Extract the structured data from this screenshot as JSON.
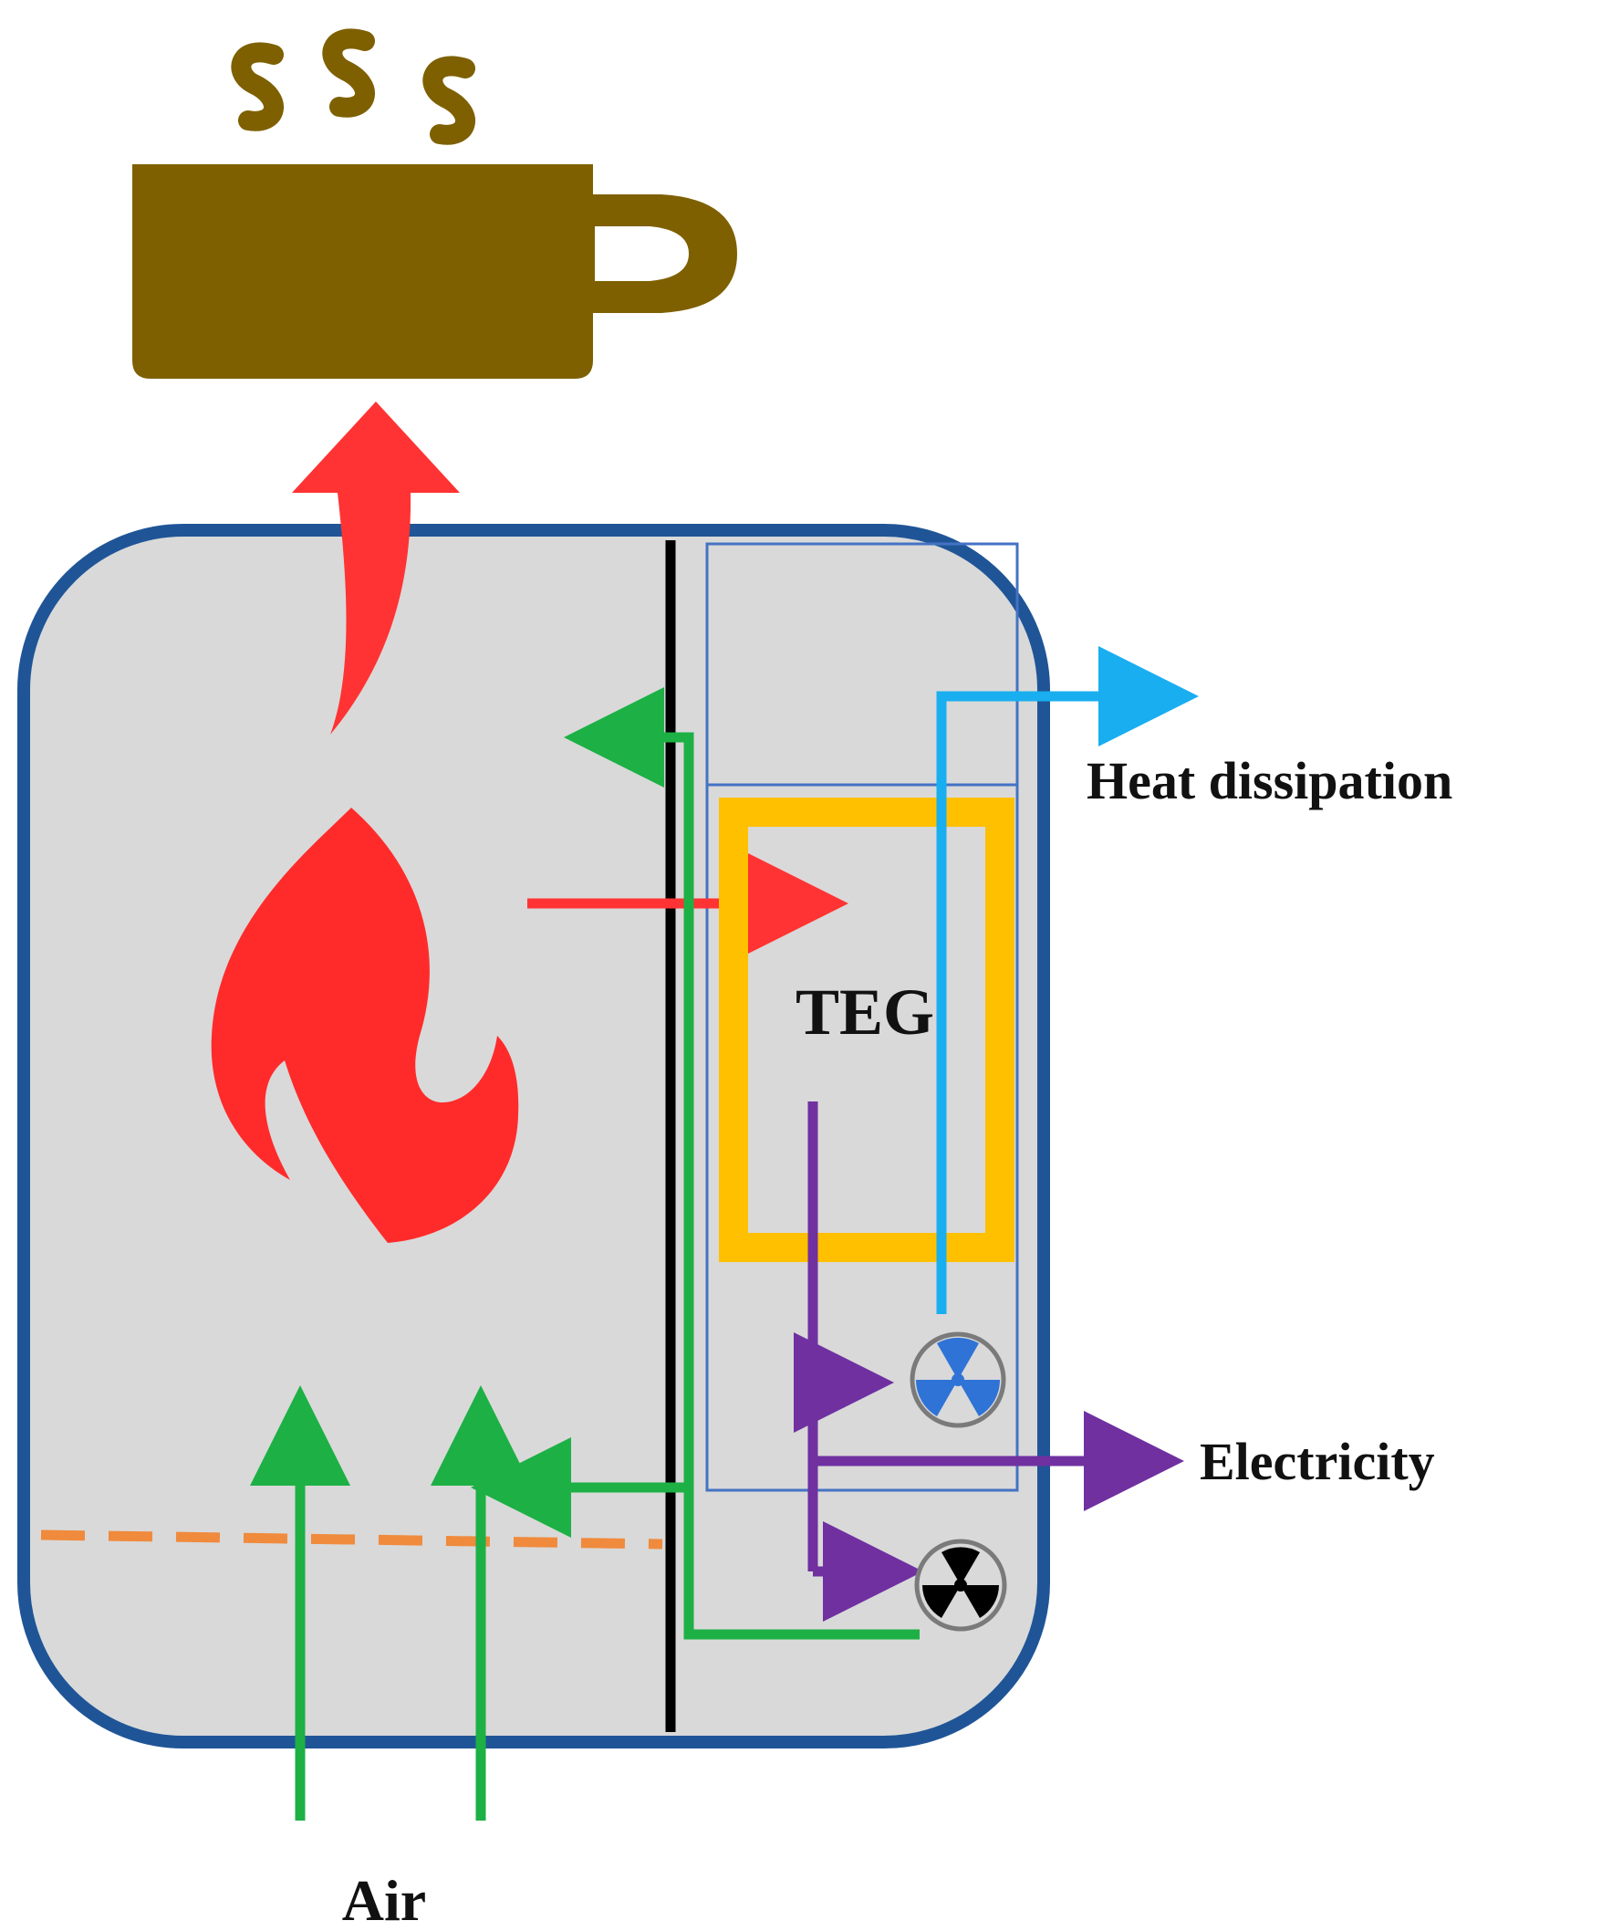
{
  "labels": {
    "teg": "TEG",
    "heat_dissipation": "Heat dissipation",
    "electricity": "Electricity",
    "air": "Air"
  },
  "colors": {
    "cup": "#7E6000",
    "stove_border": "#1F5597",
    "stove_fill": "#D9D9D9",
    "partition": "#000000",
    "flame": "#FF2B2B",
    "heat_arrow": "#FF3333",
    "air_flow": "#1DB045",
    "teg_frame": "#FFC000",
    "teg_housing": "#4472C4",
    "coolant": "#19AEEF",
    "electricity": "#7030A0",
    "fan_top": "#2F73D6",
    "fan_bottom": "#000000",
    "fuel_grate": "#F08A3C"
  },
  "icons": {
    "steam": "steam-icon",
    "cup": "cup-icon",
    "flame": "flame-icon",
    "cooling_fan": "cooling-fan-icon",
    "blower_fan": "blower-fan-icon"
  }
}
